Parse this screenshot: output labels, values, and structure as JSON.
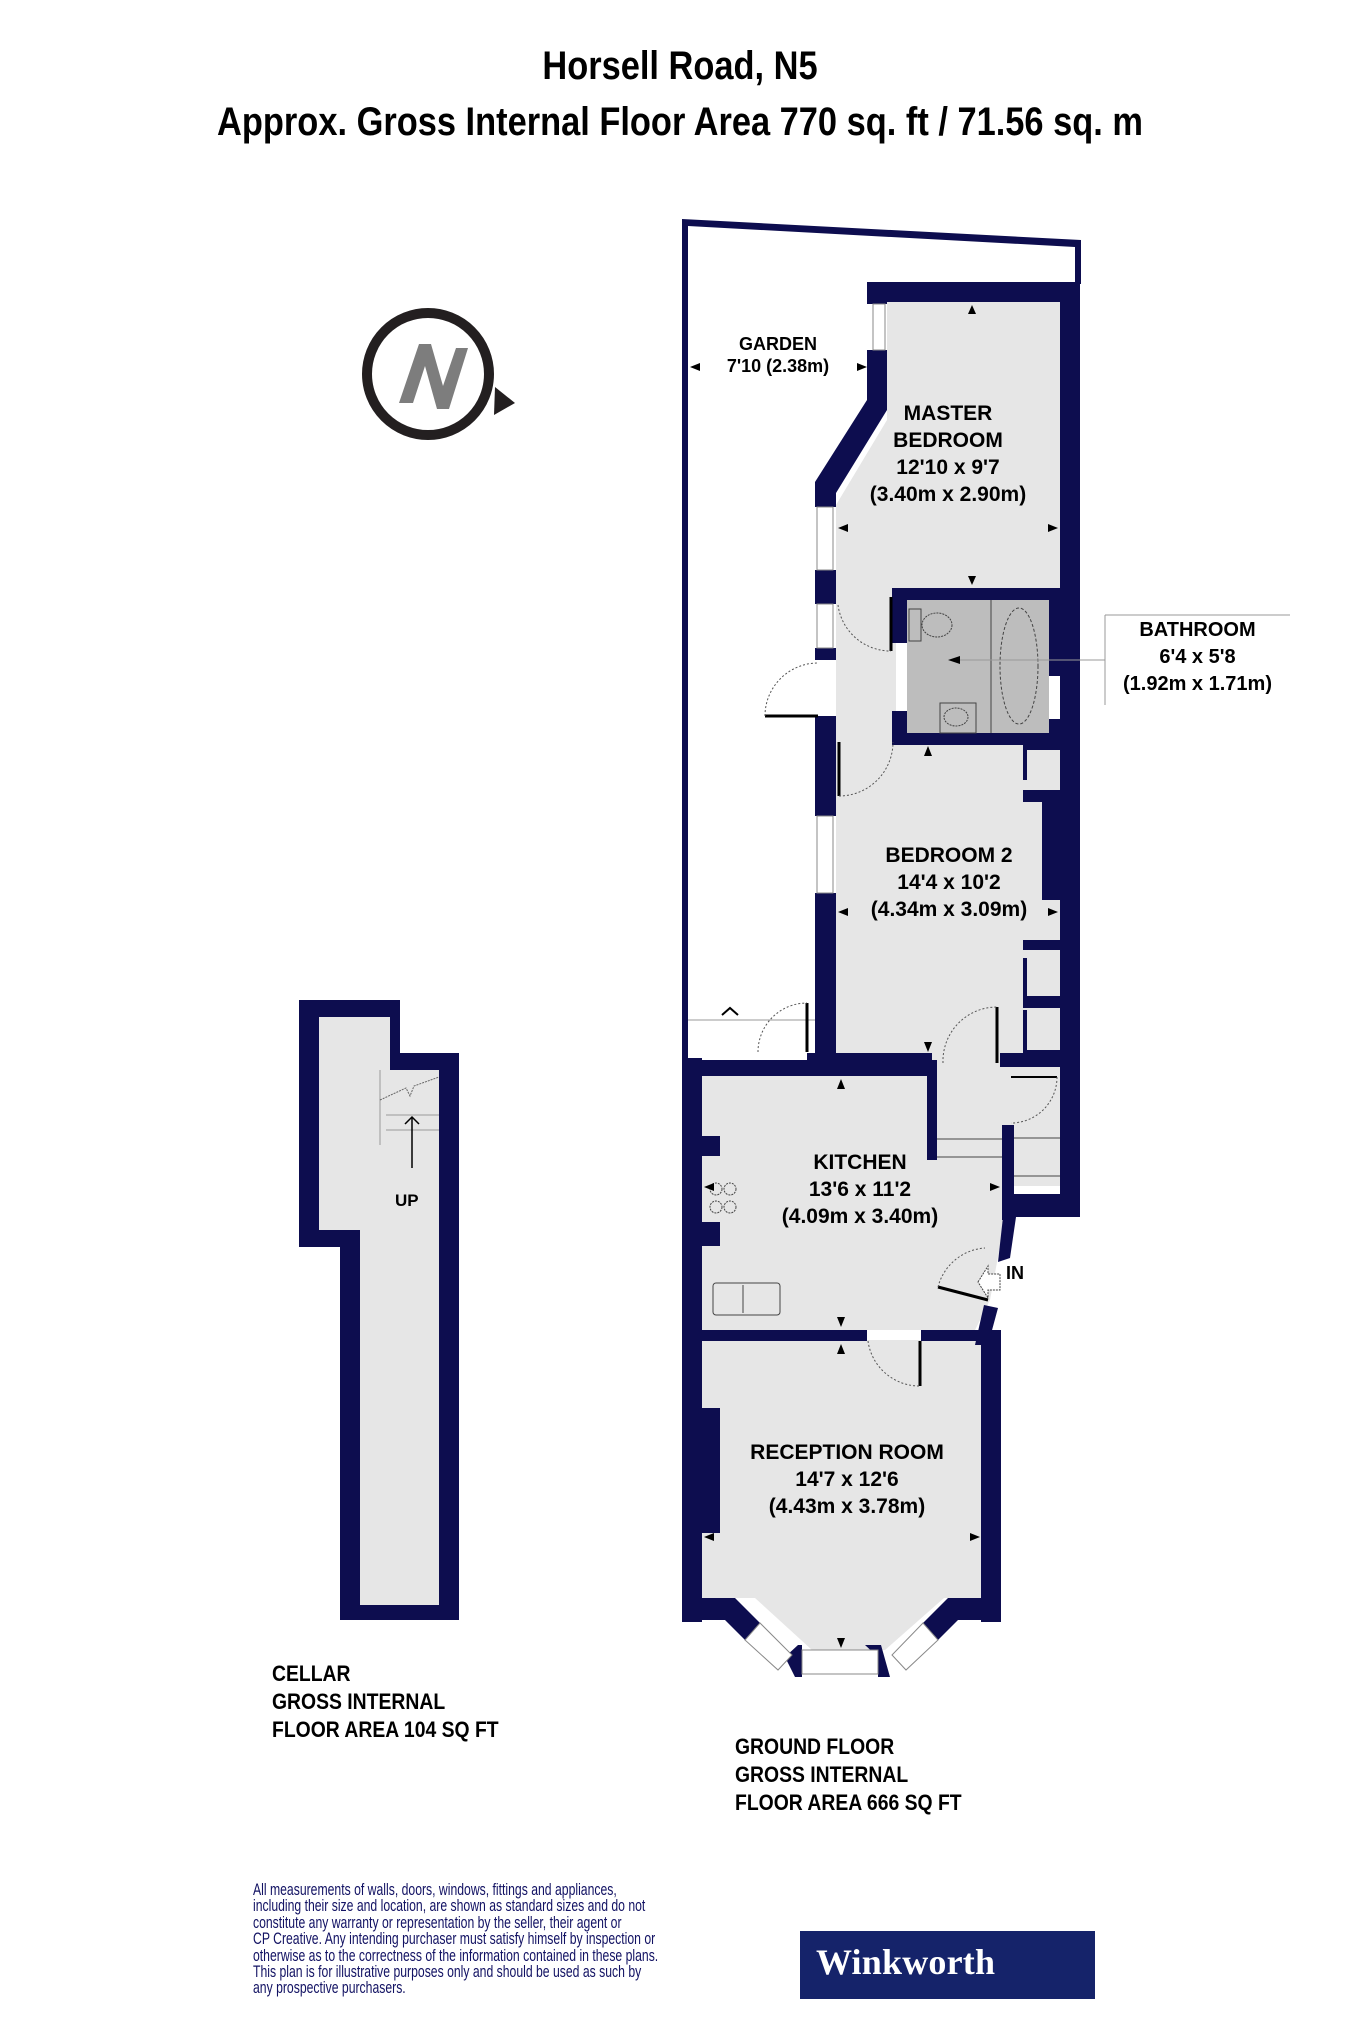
{
  "header": {
    "title": "Horsell Road, N5",
    "subtitle": "Approx. Gross Internal Floor Area 770 sq. ft / 71.56 sq. m"
  },
  "compass": {
    "letter": "N",
    "icon": "north-compass-icon"
  },
  "rooms": {
    "garden": {
      "name": "GARDEN",
      "dim": "7'10 (2.38m)"
    },
    "master_bedroom": {
      "name_1": "MASTER",
      "name_2": "BEDROOM",
      "dim_imperial": "12'10 x 9'7",
      "dim_metric": "(3.40m x 2.90m)"
    },
    "bathroom": {
      "name": "BATHROOM",
      "dim_imperial": "6'4 x 5'8",
      "dim_metric": "(1.92m x 1.71m)"
    },
    "bedroom_2": {
      "name": "BEDROOM 2",
      "dim_imperial": "14'4 x 10'2",
      "dim_metric": "(4.34m x 3.09m)"
    },
    "kitchen": {
      "name": "KITCHEN",
      "dim_imperial": "13'6 x 11'2",
      "dim_metric": "(4.09m x 3.40m)"
    },
    "reception": {
      "name": "RECEPTION ROOM",
      "dim_imperial": "14'7 x 12'6",
      "dim_metric": "(4.43m x 3.78m)"
    }
  },
  "markers": {
    "entrance": "IN",
    "stairs_up": "UP"
  },
  "floor_areas": {
    "cellar": {
      "line_1": "CELLAR",
      "line_2": "GROSS INTERNAL",
      "line_3": "FLOOR AREA 104 SQ FT"
    },
    "ground": {
      "line_1": "GROUND FLOOR",
      "line_2": "GROSS INTERNAL",
      "line_3": "FLOOR AREA 666 SQ FT"
    }
  },
  "disclaimer": [
    "All measurements of walls, doors, windows, fittings and appliances,",
    "including their size and location, are shown as standard sizes and do not",
    "constitute any warranty or representation by the seller, their agent or",
    "CP Creative. Any intending purchaser must satisfy himself by inspection or",
    "otherwise as to the correctness of the information contained in these plans.",
    "This plan is for illustrative purposes only and should be used as such by",
    "any prospective purchasers."
  ],
  "brand": {
    "name": "Winkworth",
    "bg_color": "#15236a"
  },
  "colors": {
    "wall": "#0d0d4f",
    "floor": "#e6e6e6",
    "bathroom_floor": "#bdbdbd"
  }
}
